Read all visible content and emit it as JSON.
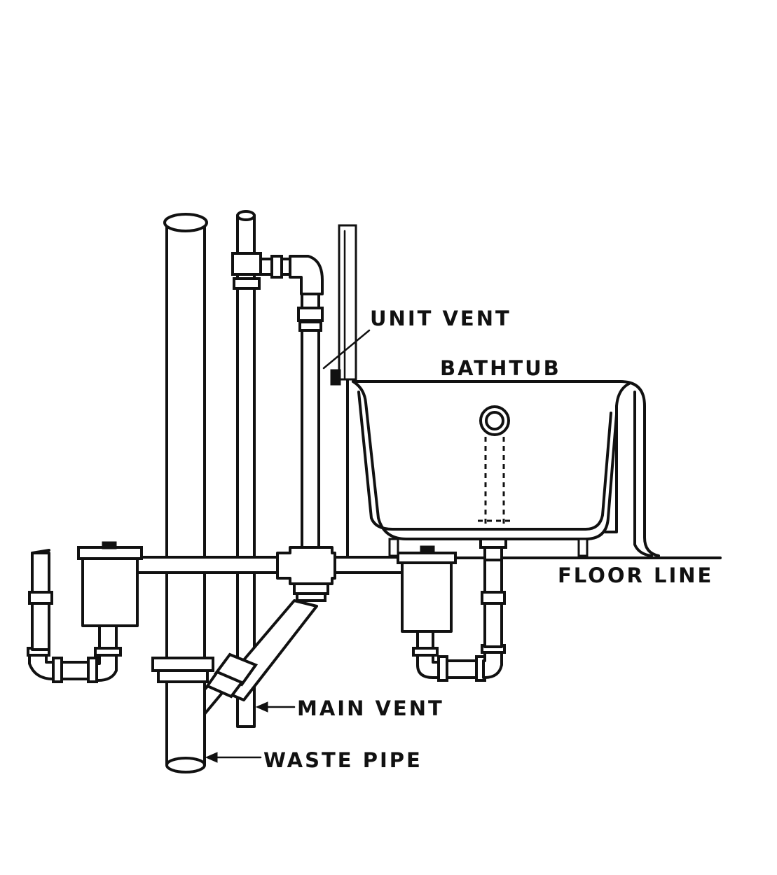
{
  "labels": {
    "unit_vent": "UNIT VENT",
    "bathtub": "BATHTUB",
    "floor_line": "FLOOR LINE",
    "main_vent": "MAIN VENT",
    "waste_pipe": "WASTE PIPE"
  },
  "colors": {
    "ink": "#111111",
    "paper": "#ffffff"
  }
}
